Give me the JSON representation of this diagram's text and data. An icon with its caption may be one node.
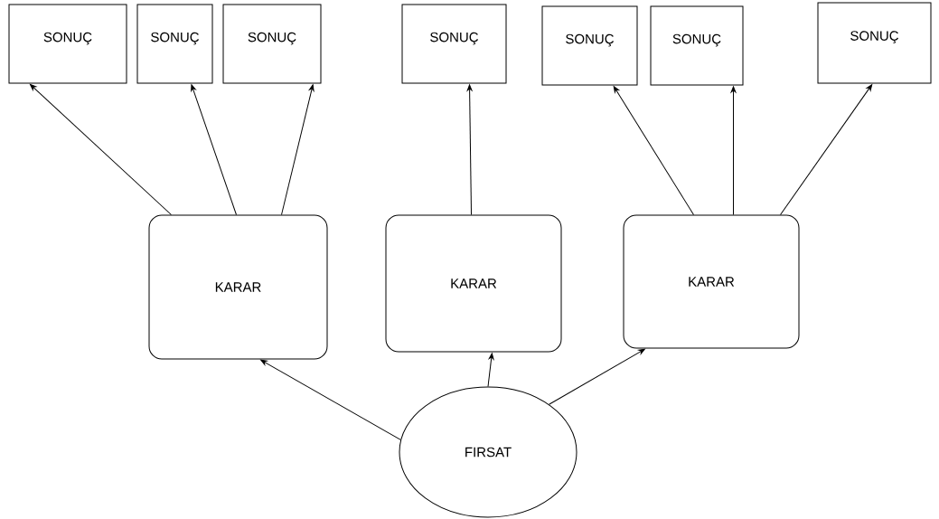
{
  "diagram": {
    "nodes": [
      {
        "text": [
          "SONUÇ"
        ]
      },
      {
        "text": [
          "SONUÇ"
        ]
      },
      {
        "text": [
          "SONUÇ"
        ]
      },
      {
        "text": [
          "SONUÇ"
        ]
      },
      {
        "text": [
          "SONUÇ"
        ]
      },
      {
        "text": [
          "SONUÇ"
        ]
      },
      {
        "text": [
          "SONUÇ"
        ]
      },
      {
        "text": [
          "KARAR"
        ]
      },
      {
        "text": [
          "KARAR"
        ]
      },
      {
        "text": [
          "KARAR"
        ]
      },
      {
        "text": [
          "FIRSAT"
        ]
      }
    ],
    "edges": [
      {
        "from": 7,
        "to": 0,
        "arrow": "to"
      },
      {
        "from": 7,
        "to": 1,
        "arrow": "to"
      },
      {
        "from": 7,
        "to": 2,
        "arrow": "to"
      },
      {
        "from": 8,
        "to": 3,
        "arrow": "to"
      },
      {
        "from": 9,
        "to": 4,
        "arrow": "to"
      },
      {
        "from": 9,
        "to": 5,
        "arrow": "to"
      },
      {
        "from": 9,
        "to": 6,
        "arrow": "to"
      },
      {
        "from": 10,
        "to": 7,
        "arrow": "to"
      },
      {
        "from": 10,
        "to": 8,
        "arrow": "to"
      },
      {
        "from": 10,
        "to": 9,
        "arrow": "to"
      }
    ]
  }
}
